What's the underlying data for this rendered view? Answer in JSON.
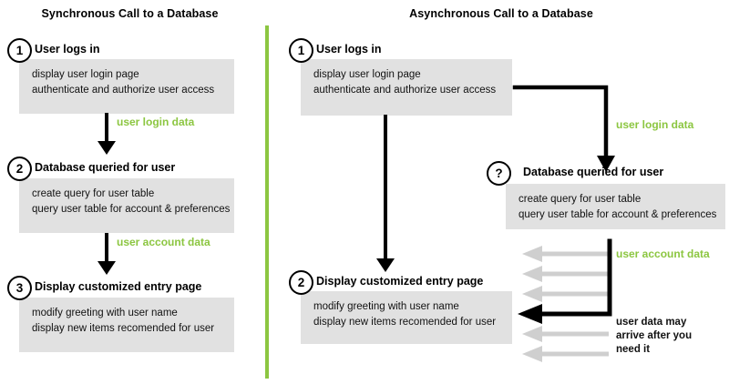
{
  "colors": {
    "accent_green": "#8cc641",
    "box_grey": "#e1e1e1",
    "ghost_grey": "#cfcfcf",
    "ink": "#111111"
  },
  "panels": [
    {
      "id": "synchronous",
      "title": "Synchronous Call to a Database",
      "steps": [
        {
          "marker": "1",
          "heading": "User logs in",
          "lines": [
            "display user login page",
            "authenticate and authorize user access"
          ]
        },
        {
          "marker": "2",
          "heading": "Database queried for user",
          "lines": [
            "create query for user table",
            "query user table for account & preferences"
          ]
        },
        {
          "marker": "3",
          "heading": "Display customized entry page",
          "lines": [
            "modify greeting with user name",
            "display new items recomended for user"
          ]
        }
      ],
      "flow_labels": [
        "user login data",
        "user account data"
      ]
    },
    {
      "id": "asynchronous",
      "title": "Asynchronous Call to a Database",
      "steps": [
        {
          "marker": "1",
          "heading": "User logs in",
          "lines": [
            "display user login page",
            "authenticate and authorize user access"
          ]
        },
        {
          "marker": "?",
          "heading": "Database queried for user",
          "lines": [
            "create query for user table",
            "query user table for account & preferences"
          ]
        },
        {
          "marker": "2",
          "heading": "Display customized entry page",
          "lines": [
            "modify greeting with user name",
            "display new items recomended for user"
          ]
        }
      ],
      "flow_labels": [
        "user login data",
        "user account data"
      ],
      "note_lines": [
        "user data may",
        "arrive after you",
        "need it"
      ]
    }
  ]
}
